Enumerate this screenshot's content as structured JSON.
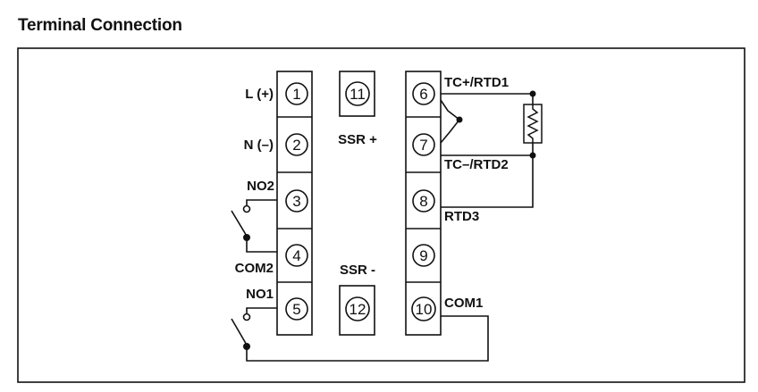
{
  "title": "Terminal Connection",
  "colors": {
    "ink": "#111111",
    "background": "#ffffff"
  },
  "terminals": [
    "1",
    "2",
    "3",
    "4",
    "5",
    "6",
    "7",
    "8",
    "9",
    "10",
    "11",
    "12"
  ],
  "labels": {
    "l_plus": "L (+)",
    "n_minus": "N (–)",
    "no2": "NO2",
    "com2": "COM2",
    "no1": "NO1",
    "ssr_plus": "SSR +",
    "ssr_minus": "SSR -",
    "tc_rtd1": "TC+/RTD1",
    "tc_rtd2": "TC–/RTD2",
    "rtd3": "RTD3",
    "com1": "COM1"
  }
}
